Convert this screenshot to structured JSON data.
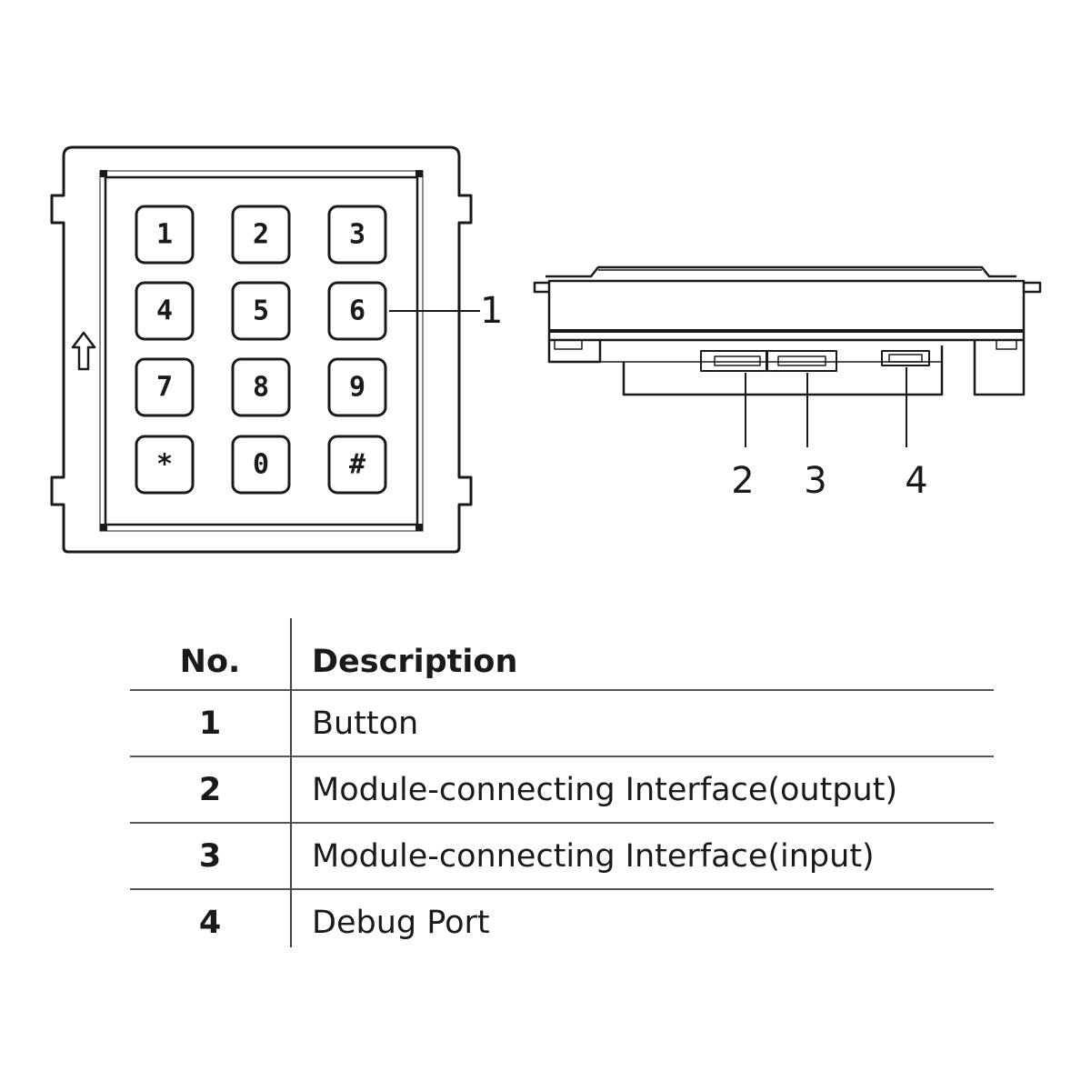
{
  "front_view": {
    "keys": [
      "1",
      "2",
      "3",
      "4",
      "5",
      "6",
      "7",
      "8",
      "9",
      "*",
      "0",
      "#"
    ],
    "direction_icon": "up-arrow-icon"
  },
  "callouts": {
    "button": "1",
    "module_output": "2",
    "module_input": "3",
    "debug_port": "4"
  },
  "legend": {
    "header_no": "No.",
    "header_description": "Description",
    "rows": [
      {
        "no": "1",
        "description": "Button"
      },
      {
        "no": "2",
        "description": "Module-connecting Interface(output)"
      },
      {
        "no": "3",
        "description": "Module-connecting Interface(input)"
      },
      {
        "no": "4",
        "description": "Debug Port"
      }
    ]
  }
}
